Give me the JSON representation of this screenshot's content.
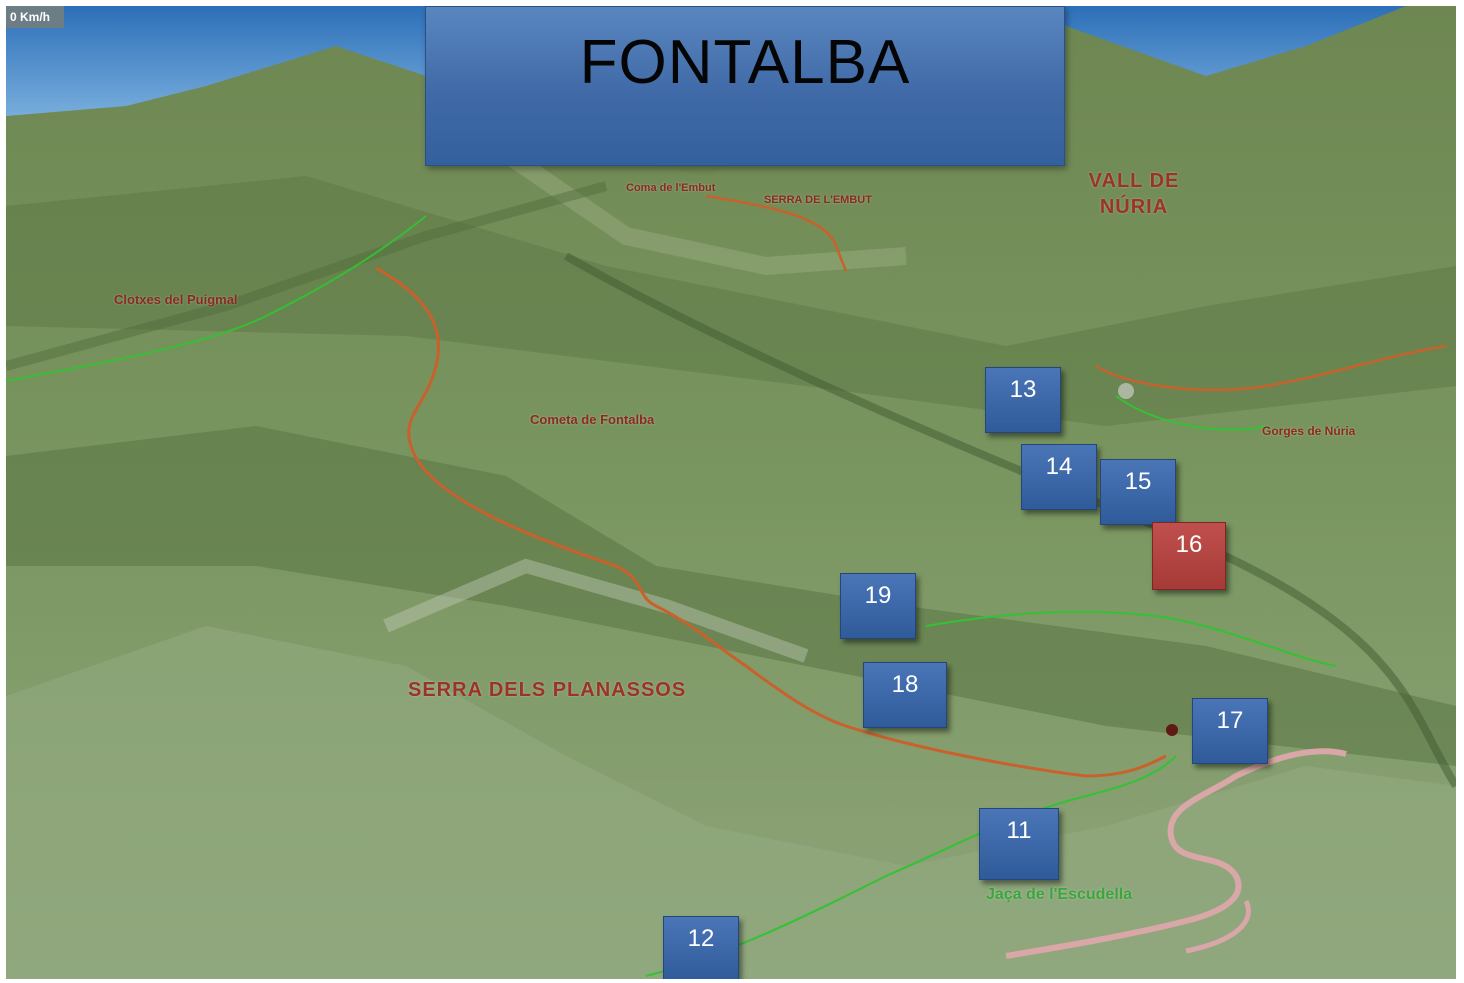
{
  "speed_readout": "0 Km/h",
  "title": "FONTALBA",
  "markers": [
    {
      "id": "13",
      "color": "#3a67a8"
    },
    {
      "id": "14",
      "color": "#3a67a8"
    },
    {
      "id": "15",
      "color": "#3a67a8"
    },
    {
      "id": "16",
      "color": "#b5413e"
    },
    {
      "id": "19",
      "color": "#3a67a8"
    },
    {
      "id": "18",
      "color": "#3a67a8"
    },
    {
      "id": "17",
      "color": "#3a67a8"
    },
    {
      "id": "11",
      "color": "#3a67a8"
    },
    {
      "id": "12",
      "color": "#3a67a8"
    }
  ],
  "map_labels": {
    "vall_de_nuria": "VALL DE NÚRIA",
    "serra_dels_planassos": "SERRA DELS PLANASSOS",
    "clotxes_del_puigmal": "Clotxes del Puigmal",
    "coma_de_fontalba": "Cometa de Fontalba",
    "coma_de_lembut": "Coma de l'Embut",
    "serra_de_lembut": "SERRA DE L'EMBUT",
    "gorges_de_nuria": "Gorges de Núria",
    "jaca_de_lescudella": "Jaça de l'Escudella"
  },
  "colors": {
    "orange_trail": "#c8612c",
    "green_trail": "#33c233",
    "road": "#d9a7a7"
  }
}
